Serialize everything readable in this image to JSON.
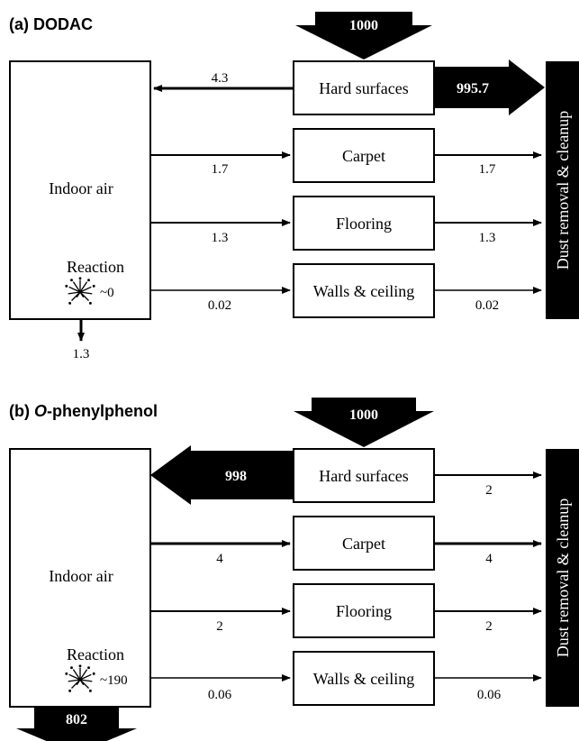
{
  "panels": [
    {
      "title_prefix": "(a) ",
      "title_main": "DODAC",
      "title_italic_prefix": "",
      "input_value": "1000",
      "indoor_air_label": "Indoor air",
      "reaction_label": "Reaction",
      "reaction_value": "~0",
      "indoor_out_value": "1.3",
      "sink_label": "Dust removal & cleanup",
      "surfaces": [
        {
          "label": "Hard surfaces",
          "to_air": "4.3",
          "to_sink": "995.7"
        },
        {
          "label": "Carpet",
          "from_air": "1.7",
          "to_sink": "1.7"
        },
        {
          "label": "Flooring",
          "from_air": "1.3",
          "to_sink": "1.3"
        },
        {
          "label": "Walls & ceiling",
          "from_air": "0.02",
          "to_sink": "0.02"
        }
      ]
    },
    {
      "title_prefix": "(b) ",
      "title_main": "-phenylphenol",
      "title_italic_prefix": "O",
      "input_value": "1000",
      "indoor_air_label": "Indoor air",
      "reaction_label": "Reaction",
      "reaction_value": "~190",
      "indoor_out_value": "802",
      "sink_label": "Dust removal & cleanup",
      "surfaces": [
        {
          "label": "Hard surfaces",
          "to_air": "998",
          "to_sink": "2"
        },
        {
          "label": "Carpet",
          "from_air": "4",
          "to_sink": "4"
        },
        {
          "label": "Flooring",
          "from_air": "2",
          "to_sink": "2"
        },
        {
          "label": "Walls & ceiling",
          "from_air": "0.06",
          "to_sink": "0.06"
        }
      ]
    }
  ]
}
